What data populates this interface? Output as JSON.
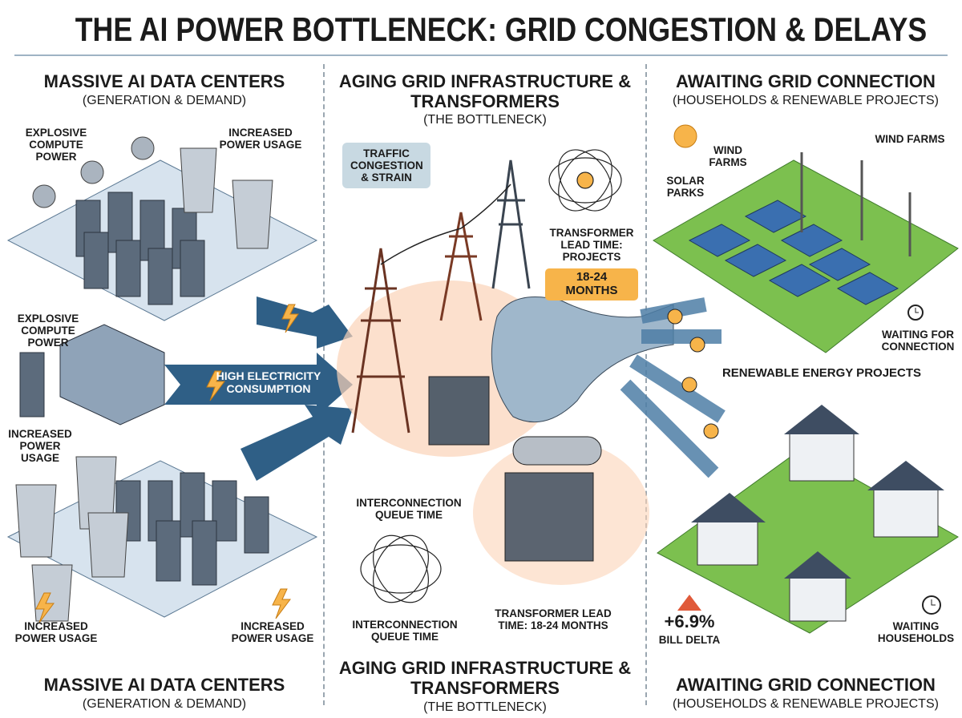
{
  "title": "THE AI POWER BOTTLENECK: GRID CONGESTION & DELAYS",
  "left": {
    "heading": "MASSIVE AI DATA CENTERS",
    "subheading": "(GENERATION & DEMAND)",
    "labels": [
      "EXPLOSIVE COMPUTE POWER",
      "INCREASED POWER USAGE",
      "EXPLOSIVE COMPUTE POWER",
      "INCREASED POWER USAGE",
      "INCREASED POWER USAGE",
      "INCREASED POWER USAGE"
    ],
    "arrow_label": "HIGH ELECTRICITY CONSUMPTION",
    "footer_heading": "MASSIVE AI DATA CENTERS",
    "footer_subheading": "(GENERATION & DEMAND)"
  },
  "middle": {
    "heading": "AGING GRID INFRASTRUCTURE & TRANSFORMERS",
    "subheading": "(THE BOTTLENECK)",
    "callout": "TRAFFIC CONGESTION & STRAIN",
    "transformer_label": "TRANSFORMER LEAD TIME: PROJECTS",
    "transformer_badge": "18-24 MONTHS",
    "queue_label_top": "INTERCONNECTION QUEUE TIME",
    "queue_label_bottom": "INTERCONNECTION QUEUE TIME",
    "lead_time_bottom": "TRANSFORMER LEAD TIME: 18-24 MONTHS",
    "footer_heading": "AGING GRID INFRASTRUCTURE & TRANSFORMERS",
    "footer_subheading": "(THE BOTTLENECK)"
  },
  "right": {
    "heading": "AWAITING GRID CONNECTION",
    "subheading": "(HOUSEHOLDS & RENEWABLE PROJECTS)",
    "labels": {
      "solar": "SOLAR PARKS",
      "wind1": "WIND FARMS",
      "wind2": "WIND FARMS",
      "waiting_connection": "WAITING FOR CONNECTION",
      "renewables": "RENEWABLE ENERGY PROJECTS",
      "waiting_households": "WAITING HOUSEHOLDS"
    },
    "bill_delta": "+6.9%",
    "bill_delta_label": "BILL DELTA",
    "footer_heading": "AWAITING GRID CONNECTION",
    "footer_subheading": "(HOUSEHOLDS & RENEWABLE PROJECTS)"
  },
  "colors": {
    "arrow": "#2f5f86",
    "fire": "#f06a2a",
    "badge": "#f7b44a",
    "grass": "#7cc04f",
    "panel": "#3a6fb0",
    "callout": "#c8d9e2"
  }
}
